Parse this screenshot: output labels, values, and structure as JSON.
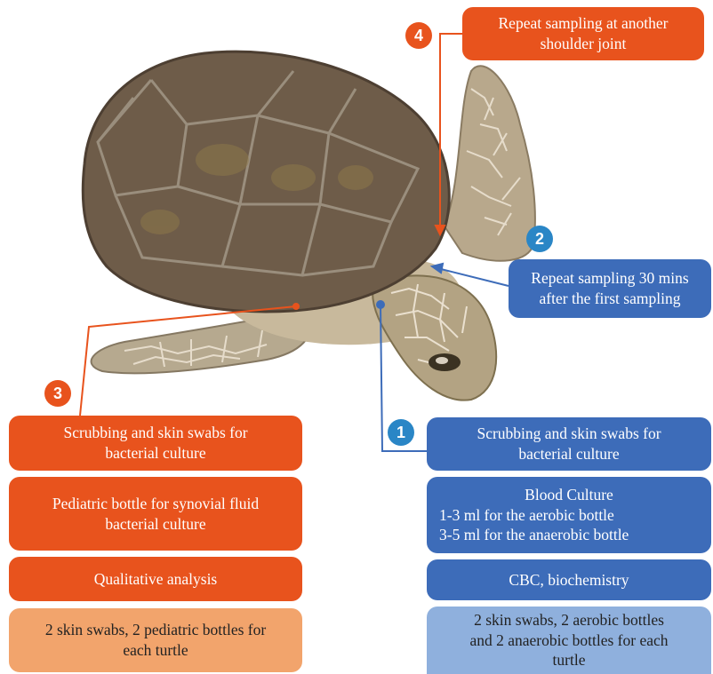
{
  "colors": {
    "orange": "#e8531d",
    "orange_light": "#f2a46c",
    "blue": "#3d6cb9",
    "blue_light": "#8fb0dd",
    "badge_blue": "#2a86c6"
  },
  "steps": {
    "s1": "1",
    "s2": "2",
    "s3": "3",
    "s4": "4"
  },
  "callouts": {
    "repeat_shoulder": [
      "Repeat sampling at another",
      "shoulder joint"
    ],
    "repeat_30": [
      "Repeat sampling 30 mins",
      "after the first sampling"
    ]
  },
  "left_column": {
    "scrub": [
      "Scrubbing and skin swabs for",
      "bacterial culture"
    ],
    "pediatric": [
      "Pediatric bottle for synovial fluid",
      "bacterial culture"
    ],
    "qualitative": "Qualitative analysis",
    "supplies": [
      "2 skin swabs, 2 pediatric bottles for",
      "each turtle"
    ]
  },
  "right_column": {
    "scrub": [
      "Scrubbing and skin swabs for",
      "bacterial culture"
    ],
    "blood_title": "Blood Culture",
    "blood_lines": [
      "1-3 ml for the aerobic bottle",
      "3-5 ml for the anaerobic bottle"
    ],
    "cbc": "CBC, biochemistry",
    "supplies": [
      "2 skin swabs, 2 aerobic bottles",
      "and 2 anaerobic bottles for each",
      "turtle"
    ]
  },
  "image": {
    "subject": "sea-turtle-illustration"
  }
}
